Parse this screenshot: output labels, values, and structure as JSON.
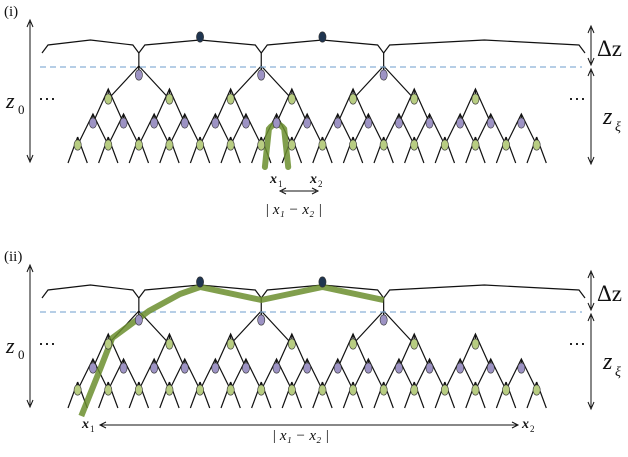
{
  "panels": [
    {
      "id": "i",
      "label": "(i)",
      "left_label": "z",
      "left_sub": "0",
      "dots_left": "⋯",
      "dots_right": "⋯",
      "top_right_label": "Δz",
      "right_label": "z",
      "right_sub": "ξ",
      "x1": "x",
      "x1_sub": "1",
      "x2": "x",
      "x2_sub": "2",
      "distance_label": "| x₁ − x₂ |"
    },
    {
      "id": "ii",
      "label": "(ii)",
      "left_label": "z",
      "left_sub": "0",
      "dots_left": "⋯",
      "dots_right": "⋯",
      "top_right_label": "Δz",
      "right_label": "z",
      "right_sub": "ξ",
      "x1": "x",
      "x1_sub": "1",
      "x2": "x",
      "x2_sub": "2",
      "distance_label": "| x₁ − x₂ |"
    }
  ],
  "colors": {
    "line": "#111111",
    "level1_node": "#1f3550",
    "level2_node": "#e8d79a",
    "level3_node": "#9d93c4",
    "level4_node": "#b8cd82",
    "cutoff_dashed": "#8ab0d6",
    "highlight_path": "#6b8e2e"
  }
}
